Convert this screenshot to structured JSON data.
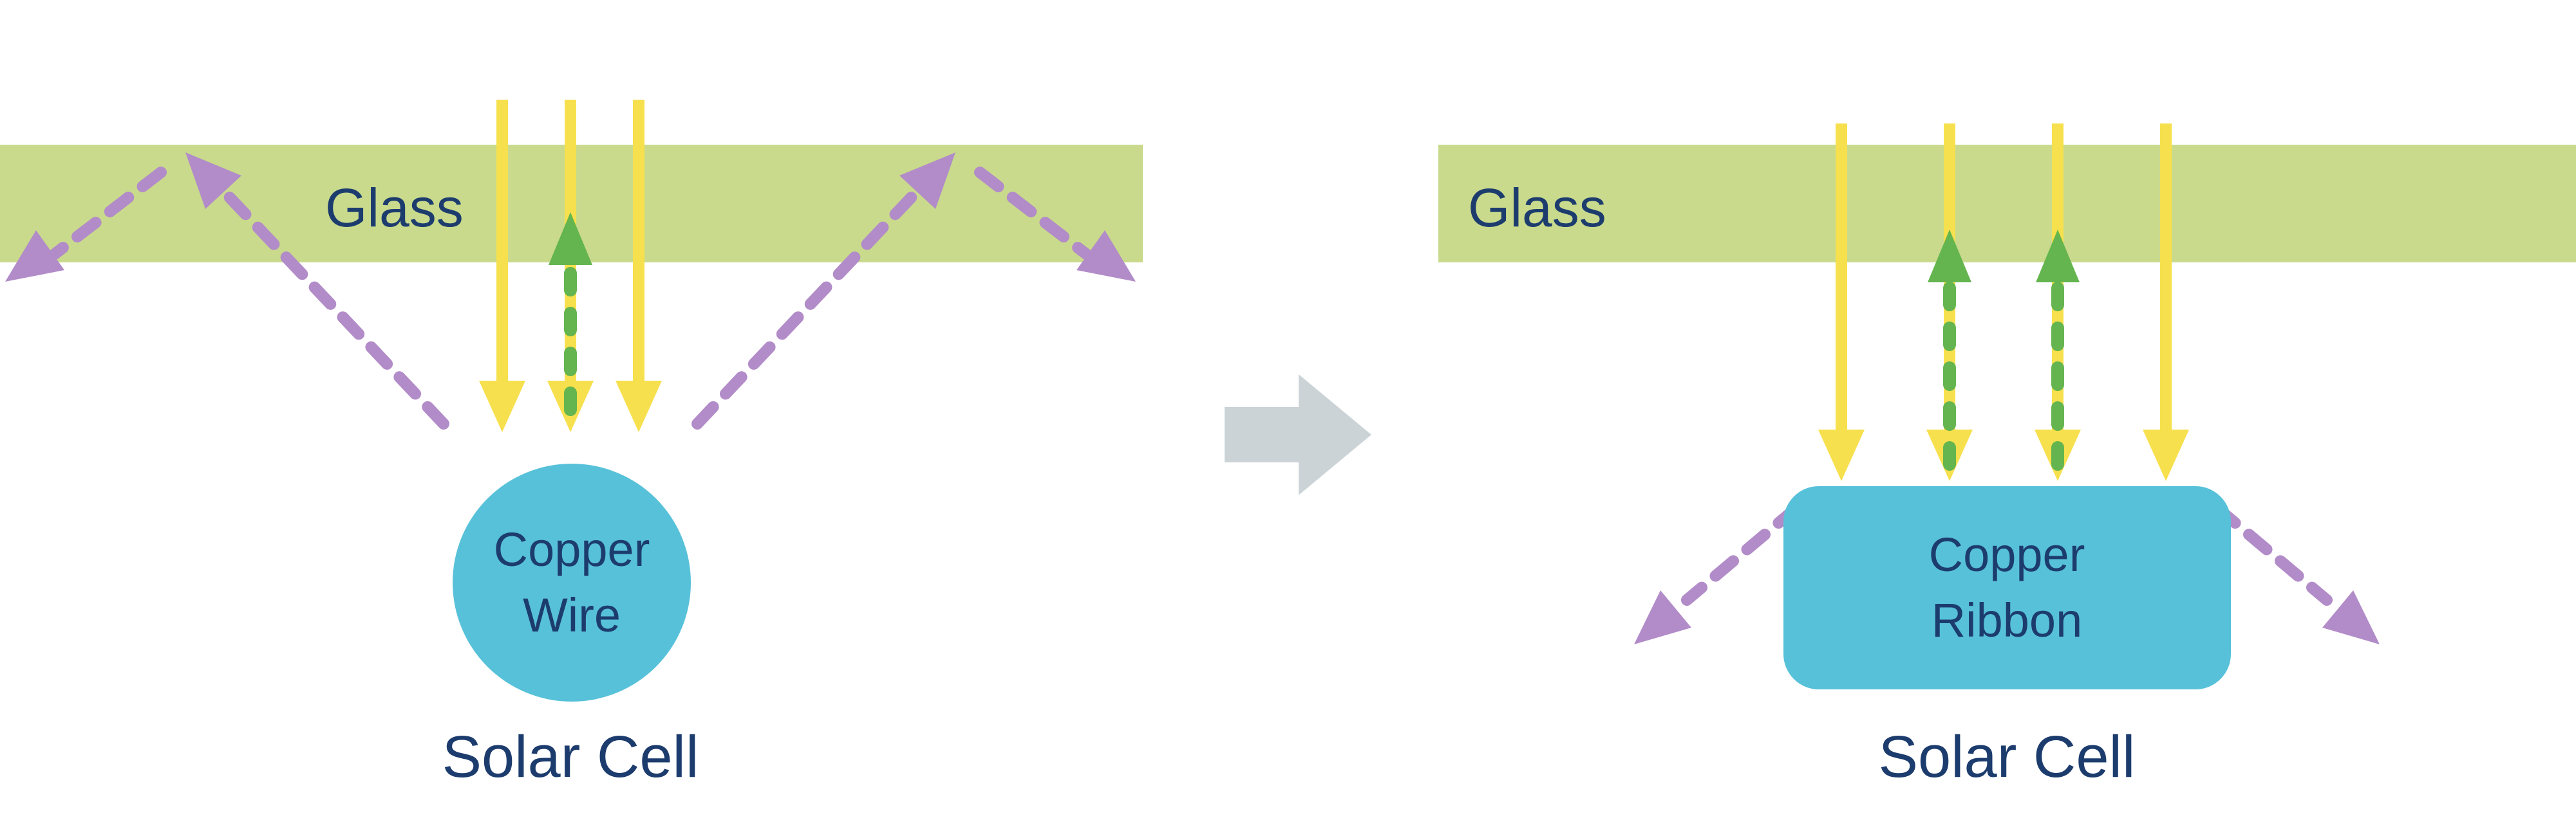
{
  "diagram": {
    "kind": "solar-cell-light-capture-comparison",
    "left_panel": {
      "glass_label": "Glass",
      "conductor_label": [
        "Copper",
        "Wire"
      ],
      "cell_label": "Solar Cell"
    },
    "right_panel": {
      "glass_label": "Glass",
      "conductor_label": [
        "Copper",
        "Ribbon"
      ],
      "cell_label": "Solar Cell"
    },
    "arrows": {
      "incident_sunlight": "yellow-down-arrow",
      "captured_reflection": "green-dashed-up-arrow",
      "escaped_reflection": "purple-dashed-zigzag-arrow",
      "transition": "gray-right-block-arrow"
    },
    "colors": {
      "glass": "#c9da8c",
      "incident_light": "#f7e04d",
      "captured_light": "#64b54f",
      "lost_light": "#b28cc8",
      "conductor": "#57c1d9",
      "label_text": "#1d3c6e",
      "transition_arrow": "#ccd3d7"
    }
  }
}
